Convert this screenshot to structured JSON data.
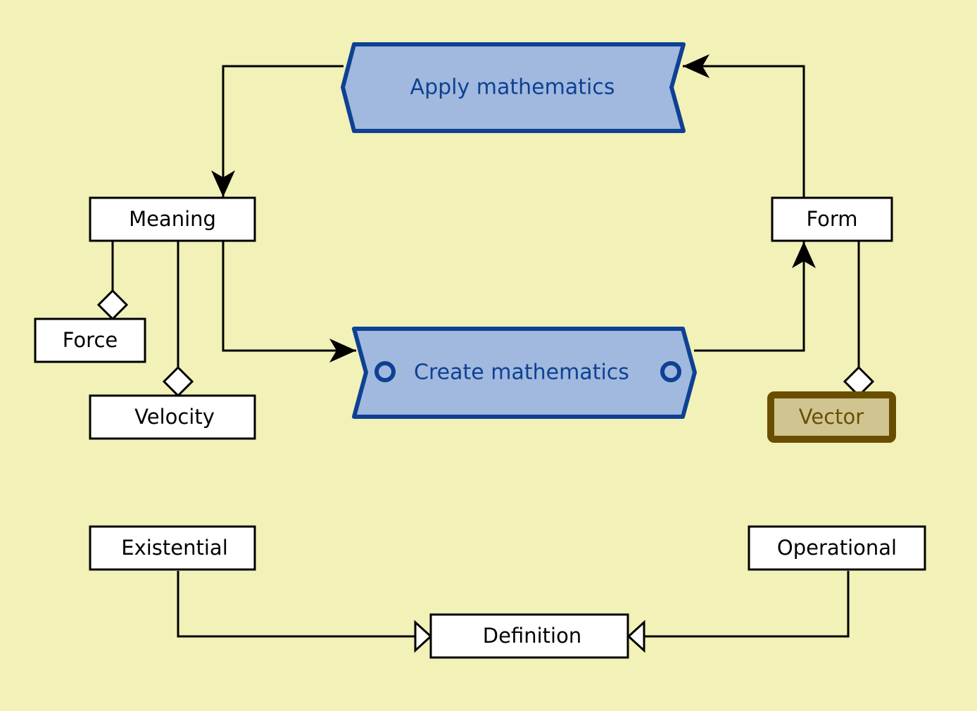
{
  "diagram": {
    "processes": {
      "apply": {
        "label": "Apply mathematics"
      },
      "create": {
        "label": "Create mathematics"
      }
    },
    "classes": {
      "meaning": {
        "label": "Meaning"
      },
      "form": {
        "label": "Form"
      },
      "force": {
        "label": "Force"
      },
      "velocity": {
        "label": "Velocity"
      },
      "vector": {
        "label": "Vector"
      },
      "existential": {
        "label": "Existential"
      },
      "operational": {
        "label": "Operational"
      },
      "definition": {
        "label": "Definition"
      }
    },
    "edges": [
      {
        "from": "Apply mathematics",
        "to": "Meaning",
        "type": "directed"
      },
      {
        "from": "Meaning",
        "to": "Create mathematics",
        "type": "directed"
      },
      {
        "from": "Create mathematics",
        "to": "Form",
        "type": "directed"
      },
      {
        "from": "Form",
        "to": "Apply mathematics",
        "type": "directed"
      },
      {
        "from": "Force",
        "to": "Meaning",
        "type": "aggregation"
      },
      {
        "from": "Velocity",
        "to": "Meaning",
        "type": "aggregation"
      },
      {
        "from": "Vector",
        "to": "Form",
        "type": "aggregation"
      },
      {
        "from": "Existential",
        "to": "Definition",
        "type": "generalization"
      },
      {
        "from": "Operational",
        "to": "Definition",
        "type": "generalization"
      }
    ],
    "colors": {
      "background": "#F1F1B8",
      "process_fill": "#A1B9DE",
      "process_stroke": "#0E4193",
      "vector_fill": "#D0C490",
      "vector_stroke": "#6A4E00"
    }
  }
}
